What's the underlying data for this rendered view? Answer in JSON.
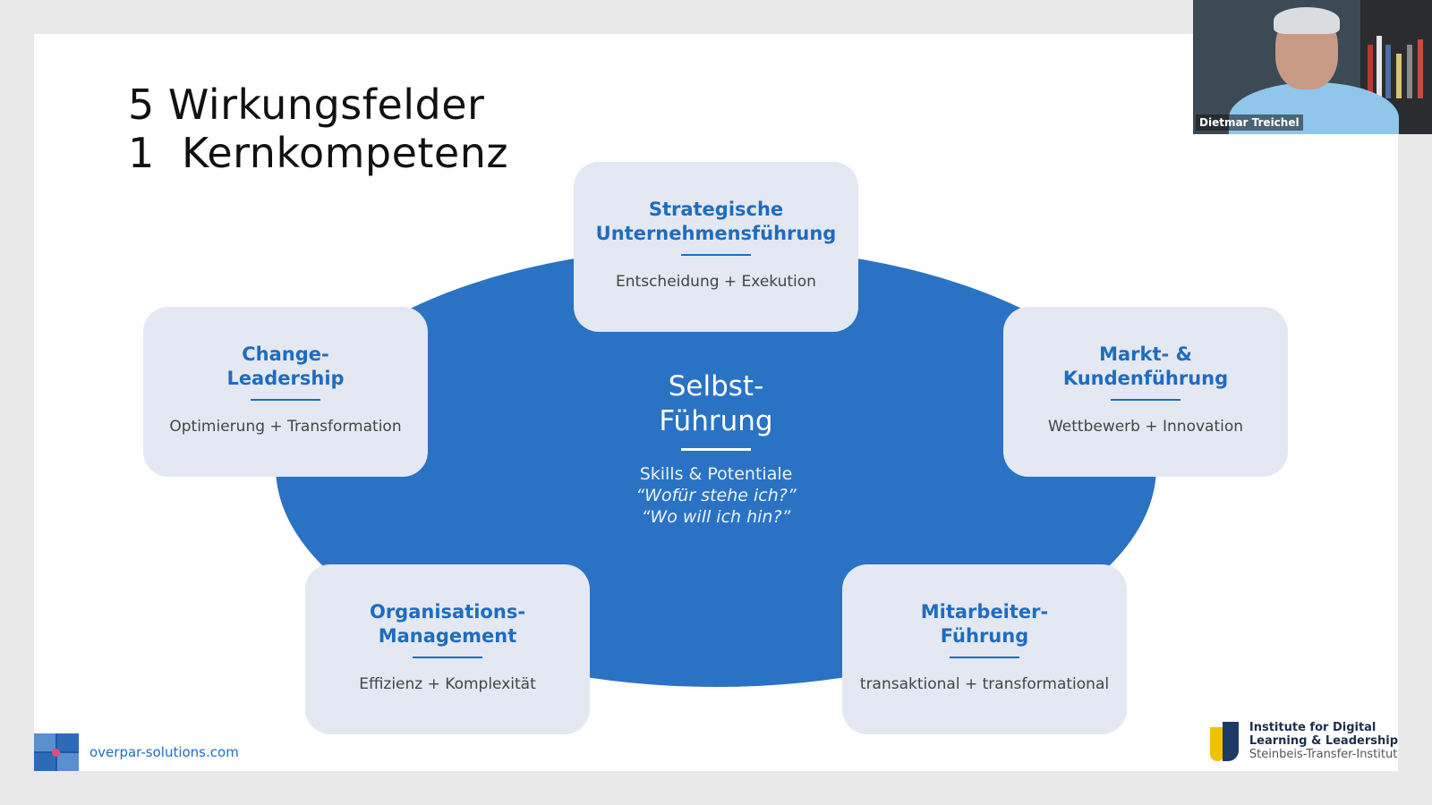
{
  "slide": {
    "title_lines": [
      "5 Wirkungsfelder",
      "1  Kernkompetenz"
    ],
    "center": {
      "title_lines": [
        "Selbst-",
        "Führung"
      ],
      "subtitle": "Skills & Potentiale",
      "question_1": "“Wofür stehe ich?”",
      "question_2": "“Wo will ich hin?”"
    },
    "cards": {
      "strategie": {
        "title_lines": [
          "Strategische",
          "Unternehmensführung"
        ],
        "subtitle": "Entscheidung + Exekution"
      },
      "change": {
        "title_lines": [
          "Change-",
          "Leadership"
        ],
        "subtitle": "Optimierung + Transformation"
      },
      "markt": {
        "title_lines": [
          "Markt- &",
          "Kundenführung"
        ],
        "subtitle": "Wettbewerb + Innovation"
      },
      "org": {
        "title_lines": [
          "Organisations-",
          "Management"
        ],
        "subtitle": "Effizienz + Komplexität"
      },
      "mitarbeiter": {
        "title_lines": [
          "Mitarbeiter-",
          "Führung"
        ],
        "subtitle": "transaktional + transformational"
      }
    },
    "footer": {
      "website": "overpar-solutions.com",
      "institute_line_1": "Institute for Digital",
      "institute_line_2": "Learning & Leadership",
      "institute_line_3": "Steinbeis-Transfer-Institut"
    }
  },
  "video": {
    "participant_name": "Dietmar Treichel"
  },
  "colors": {
    "ellipse": "#2a72c4",
    "card_background": "#e3e8f2",
    "card_title": "#1f6cbf"
  }
}
